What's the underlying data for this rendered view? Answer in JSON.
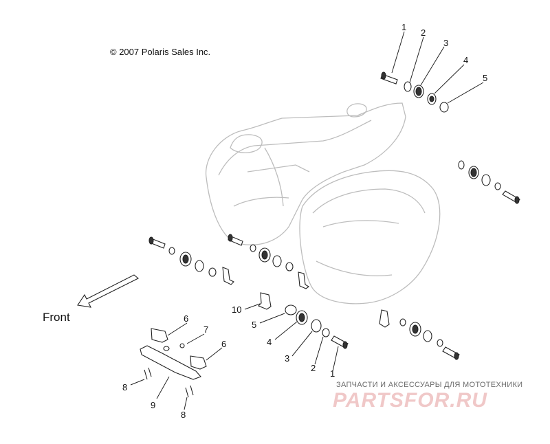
{
  "copyright": "© 2007 Polaris Sales Inc.",
  "front_label": "Front",
  "callouts": {
    "top_1": "1",
    "top_2": "2",
    "top_3": "3",
    "top_4": "4",
    "top_5": "5",
    "low_10": "10",
    "low_5": "5",
    "low_4": "4",
    "low_3": "3",
    "low_2": "2",
    "low_1": "1",
    "left_6a": "6",
    "left_7": "7",
    "left_6b": "6",
    "left_8a": "8",
    "left_9": "9",
    "left_8b": "8"
  },
  "watermark": {
    "subtitle": "ЗАПЧАСТИ И АКСЕССУАРЫ ДЛЯ МОТОТЕХНИКИ",
    "logo": "PARTSFOR.RU"
  },
  "colors": {
    "line": "#222222",
    "ghost": "#b9b9b9",
    "watermark": "#f0c8c8"
  }
}
